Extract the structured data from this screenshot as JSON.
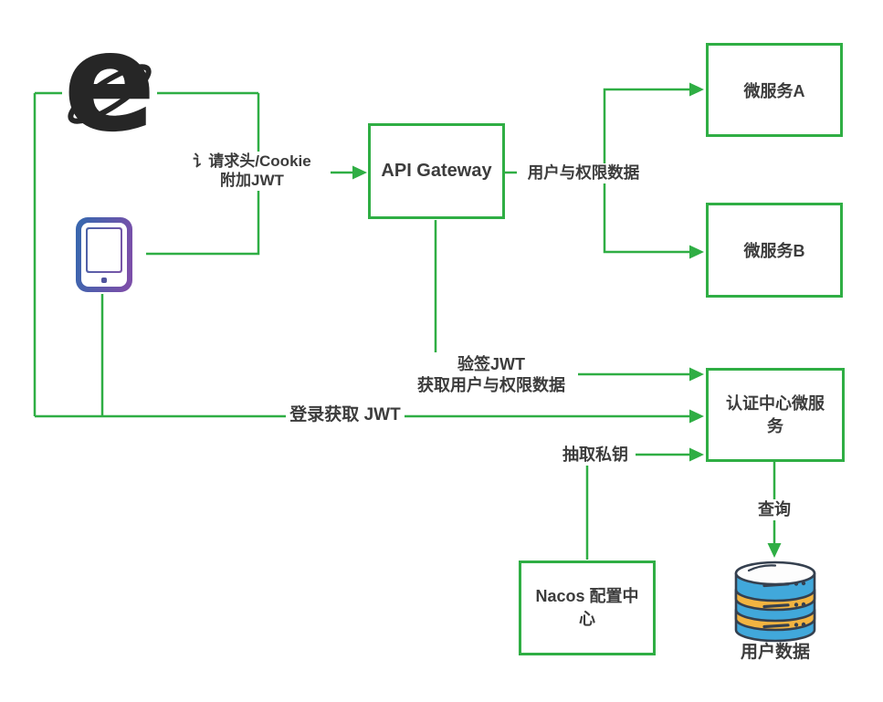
{
  "diagram": {
    "description": "JWT authentication microservice architecture diagram",
    "colors": {
      "connector_green": "#2fae44",
      "text_dark": "#3c3c3c",
      "db_blue": "#41a8db",
      "db_orange": "#f2b441",
      "db_outline": "#35404f",
      "tablet_blue": "#3a66ae",
      "tablet_purple": "#7b4fa9",
      "browser_black": "#262626"
    },
    "nodes": {
      "api_gateway": {
        "label": "API Gateway"
      },
      "microservice_a": {
        "label": "微服务A"
      },
      "microservice_b": {
        "label": "微服务B"
      },
      "auth_center": {
        "label": "认证中心微服务"
      },
      "nacos": {
        "label": "Nacos 配置中心"
      }
    },
    "edge_labels": {
      "request_header": {
        "line1": "讠请求头/Cookie",
        "line2": "附加JWT"
      },
      "user_perm_data": {
        "text": "用户与权限数据"
      },
      "verify_jwt": {
        "line1": "验签JWT",
        "line2": "获取用户与权限数据"
      },
      "login_get_jwt": {
        "text": "登录获取 JWT"
      },
      "extract_private_key": {
        "text": "抽取私钥"
      },
      "query": {
        "text": "查询"
      }
    },
    "icons": {
      "browser": "ie-browser-icon",
      "device": "tablet-device-icon",
      "database": "database-icon"
    },
    "database_label": "用户数据"
  }
}
